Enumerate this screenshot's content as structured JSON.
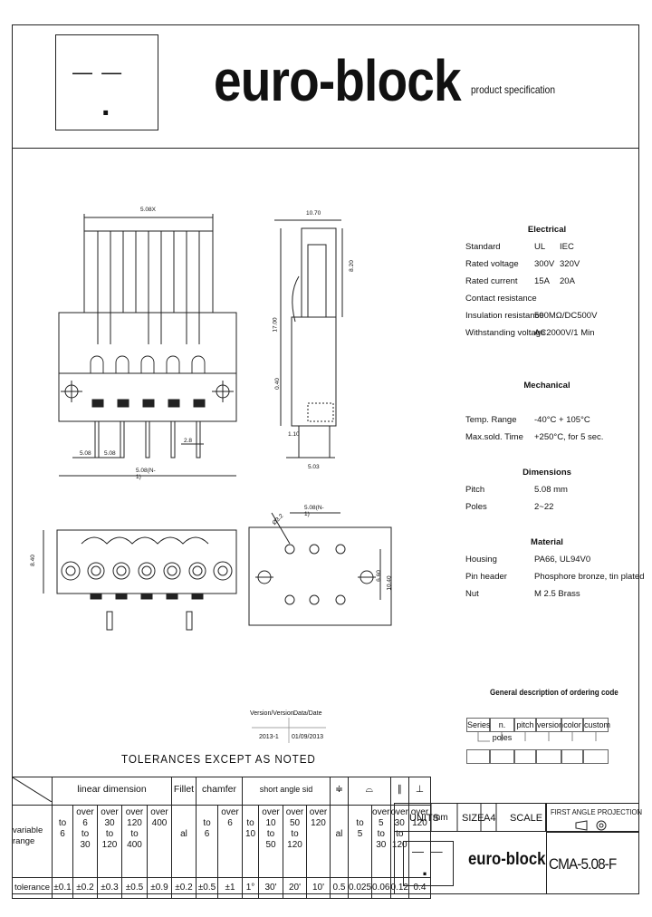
{
  "header": {
    "brand": "euro-block",
    "subtitle": "product specification",
    "logo_mark_top": "— —",
    "logo_mark_dot": "."
  },
  "dimensions_labels": {
    "top_width": "5.08X",
    "side_top": "10.70",
    "side_right": "8.20",
    "side_left": "17.00",
    "pitch_a": "5.08",
    "pitch_b": "5.08",
    "pin": "2.8",
    "overall": "5.08(N-1)",
    "side_small": "1.10",
    "side_small2": "5.03",
    "side_small3": "0.40",
    "bottom_height": "8.40",
    "bottom_right_top": "5.08(N-1)",
    "bottom_right_dia": "Ø3.2",
    "bottom_right_h": "6.60",
    "bottom_right_h2": "10.40"
  },
  "spec": {
    "electrical": {
      "title": "Electrical",
      "rows": [
        {
          "label": "Standard",
          "ul": "UL",
          "iec": "IEC"
        },
        {
          "label": "Rated voltage",
          "ul": "300V",
          "iec": "320V"
        },
        {
          "label": "Rated current",
          "ul": "15A",
          "iec": "20A"
        },
        {
          "label": "Contact resistance",
          "ul": "",
          "iec": ""
        },
        {
          "label": "Insulation resistance",
          "ul": "500MΩ/DC500V",
          "iec": ""
        },
        {
          "label": "Withstanding voltage",
          "ul": "AC2000V/1 Min",
          "iec": ""
        }
      ]
    },
    "mechanical": {
      "title": "Mechanical",
      "rows": [
        {
          "label": "Temp. Range",
          "value": "-40°C + 105°C"
        },
        {
          "label": "Max.sold. Time",
          "value": "+250°C, for 5 sec."
        }
      ]
    },
    "dimensions": {
      "title": "Dimensions",
      "rows": [
        {
          "label": "Pitch",
          "value": "5.08 mm"
        },
        {
          "label": "Poles",
          "value": "2~22"
        }
      ]
    },
    "material": {
      "title": "Material",
      "rows": [
        {
          "label": "Housing",
          "value": "PA66, UL94V0"
        },
        {
          "label": "Pin header",
          "value": "Phosphore bronze, tin plated"
        },
        {
          "label": "Nut",
          "value": "M 2.5 Brass"
        }
      ]
    }
  },
  "ordering": {
    "title": "General description of ordering code",
    "fields": [
      "Series",
      "n. poles",
      "pitch",
      "version",
      "color",
      "custom"
    ]
  },
  "version_box": {
    "version_label": "Version/Version",
    "version_value": "2013-1",
    "date_label": "Data/Date",
    "date_value": "01/09/2013"
  },
  "tolerances": {
    "title": "TOLERANCES EXCEPT AS NOTED",
    "head": {
      "linear": "linear dimension",
      "fillet": "Fillet",
      "chamfer": "chamfer",
      "angle": "short angle sid",
      "symbols": [
        "≑",
        "⌓",
        "∥",
        "⊥"
      ]
    },
    "row_label_1": "variable",
    "row_label_2": "range",
    "ranges": [
      [
        "",
        "to",
        "6"
      ],
      [
        "over",
        "6",
        "to",
        "30"
      ],
      [
        "over",
        "30",
        "to",
        "120"
      ],
      [
        "over",
        "120",
        "to",
        "400"
      ],
      [
        "over",
        "400"
      ],
      [
        "",
        "",
        "al"
      ],
      [
        "",
        "to",
        "6"
      ],
      [
        "over",
        "6"
      ],
      [
        "",
        "to",
        "10"
      ],
      [
        "over",
        "10",
        "to",
        "50"
      ],
      [
        "over",
        "50",
        "to",
        "120"
      ],
      [
        "over",
        "120"
      ],
      [
        "",
        "",
        "al"
      ],
      [
        "",
        "to",
        "5"
      ],
      [
        "over",
        "5",
        "to",
        "30"
      ],
      [
        "over",
        "30",
        "to",
        "120"
      ],
      [
        "over",
        "120"
      ]
    ],
    "tolerance_label": "tolerance",
    "values": [
      "±0.1",
      "±0.2",
      "±0.3",
      "±0.5",
      "±0.9",
      "±0.2",
      "±0.5",
      "±1",
      "1°",
      "30'",
      "20'",
      "10'",
      "0.5",
      "0.025",
      "0.06",
      "0.12",
      "0.4"
    ]
  },
  "title_block": {
    "units_label": "UNITS",
    "units_value": "mm",
    "size_label": "SIZE",
    "size_value": "A4",
    "scale_label": "SCALE",
    "scale_value": "",
    "projection": "FIRST ANGLE PROJECTION",
    "brand": "euro-block",
    "part_number": "CMA-5.08-F",
    "logo_mark_top": "— —",
    "logo_mark_dot": "."
  }
}
